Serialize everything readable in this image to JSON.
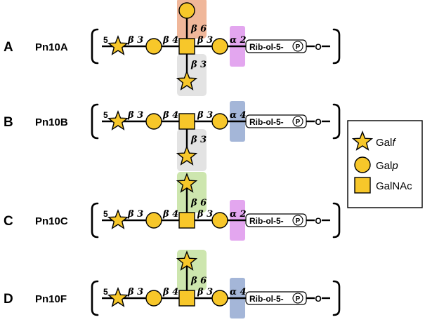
{
  "colors": {
    "sugar_fill": "#f7c72a",
    "branch_beta6_orange": "#f0b79a",
    "branch_beta3_gray": "#e3e3e3",
    "branch_beta6_green": "#cde6ae",
    "alpha2_magenta": "#e3a6ef",
    "alpha4_blue": "#a4b6d8"
  },
  "rows": [
    {
      "letter": "A",
      "name": "Pn10A",
      "end_label": "5",
      "link1": "β 3",
      "link2": "β 4",
      "link3": "β 3",
      "alpha": "α 2",
      "alpha_color": "magenta",
      "branch_up": {
        "link": "β 6",
        "residue": "Galp-circle",
        "color": "orange"
      },
      "branch_down": {
        "link": "β 3",
        "residue": "Galf-star",
        "color": "gray"
      },
      "rib_text": "Rib-ol-5-",
      "p_text": "P",
      "o_text": "O"
    },
    {
      "letter": "B",
      "name": "Pn10B",
      "end_label": "5",
      "link1": "β 3",
      "link2": "β 4",
      "link3": "β 3",
      "alpha": "α 4",
      "alpha_color": "blue",
      "branch_down": {
        "link": "β 3",
        "residue": "Galf-star",
        "color": "gray"
      },
      "rib_text": "Rib-ol-5-",
      "p_text": "P",
      "o_text": "O"
    },
    {
      "letter": "C",
      "name": "Pn10C",
      "end_label": "5",
      "link1": "β 3",
      "link2": "β 4",
      "link3": "β 3",
      "alpha": "α 2",
      "alpha_color": "magenta",
      "branch_up": {
        "link": "β 6",
        "residue": "Galf-star",
        "color": "green"
      },
      "rib_text": "Rib-ol-5-",
      "p_text": "P",
      "o_text": "O"
    },
    {
      "letter": "D",
      "name": "Pn10F",
      "end_label": "5",
      "link1": "β 3",
      "link2": "β 4",
      "link3": "β 3",
      "alpha": "α 4",
      "alpha_color": "blue",
      "branch_up": {
        "link": "β 6",
        "residue": "Galf-star",
        "color": "green"
      },
      "rib_text": "Rib-ol-5-",
      "p_text": "P",
      "o_text": "O"
    }
  ],
  "legend": {
    "items": [
      {
        "shape": "star",
        "prefix": "Gal",
        "suffix": "f"
      },
      {
        "shape": "circle",
        "prefix": "Gal",
        "suffix": "p"
      },
      {
        "shape": "square",
        "prefix": "GalNAc",
        "suffix": ""
      }
    ]
  }
}
